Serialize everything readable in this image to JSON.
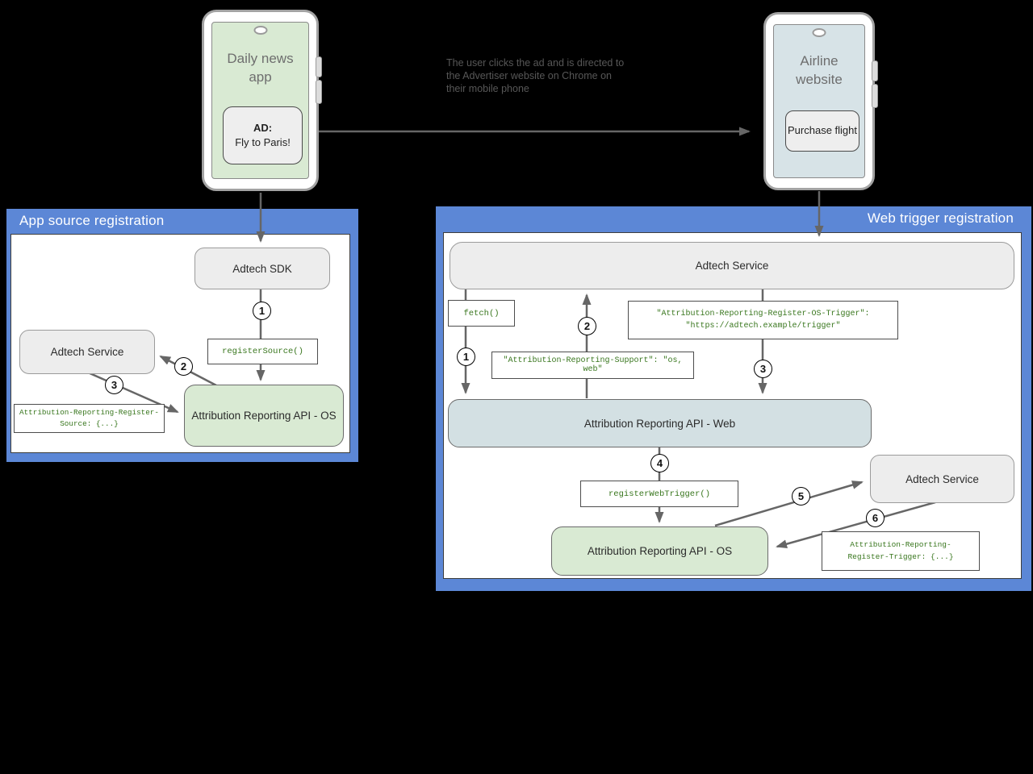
{
  "colors": {
    "panel_blue": "#5c87d6",
    "light_green": "#d9ead3",
    "light_cyan": "#d3e0e3",
    "box_gray": "#ededed",
    "code_green": "#38761d",
    "arrow_gray": "#666666"
  },
  "phones": {
    "news": {
      "title": "Daily news\napp",
      "ad_heading": "AD:",
      "ad_text": "Fly to Paris!"
    },
    "airline": {
      "title": "Airline\nwebsite",
      "button": "Purchase\nflight"
    }
  },
  "annotation": {
    "text": "The user clicks the ad and is directed to\nthe Advertiser website on Chrome on\ntheir mobile phone"
  },
  "panels": {
    "app_source": {
      "title": "App source registration",
      "adtech_sdk": "Adtech SDK",
      "adtech_service": "Adtech Service",
      "register_source": "registerSource()",
      "register_source_header": "Attribution-Reporting-Register-\nSource: {...}",
      "api_os": "Attribution Reporting API - OS",
      "steps": [
        "1",
        "2",
        "3"
      ]
    },
    "web_trigger": {
      "title": "Web trigger registration",
      "adtech_service_top": "Adtech Service",
      "fetch": "fetch()",
      "os_trigger_header": "\"Attribution-Reporting-Register-OS-Trigger\":\n\"https://adtech.example/trigger\"",
      "support_header": "\"Attribution-Reporting-Support\": \"os, web\"",
      "api_web": "Attribution Reporting API - Web",
      "register_web_trigger": "registerWebTrigger()",
      "adtech_service_right": "Adtech Service",
      "register_trigger_header": "Attribution-Reporting-\nRegister-Trigger: {...}",
      "api_os": "Attribution Reporting API - OS",
      "steps": [
        "1",
        "2",
        "3",
        "4",
        "5",
        "6"
      ]
    }
  }
}
